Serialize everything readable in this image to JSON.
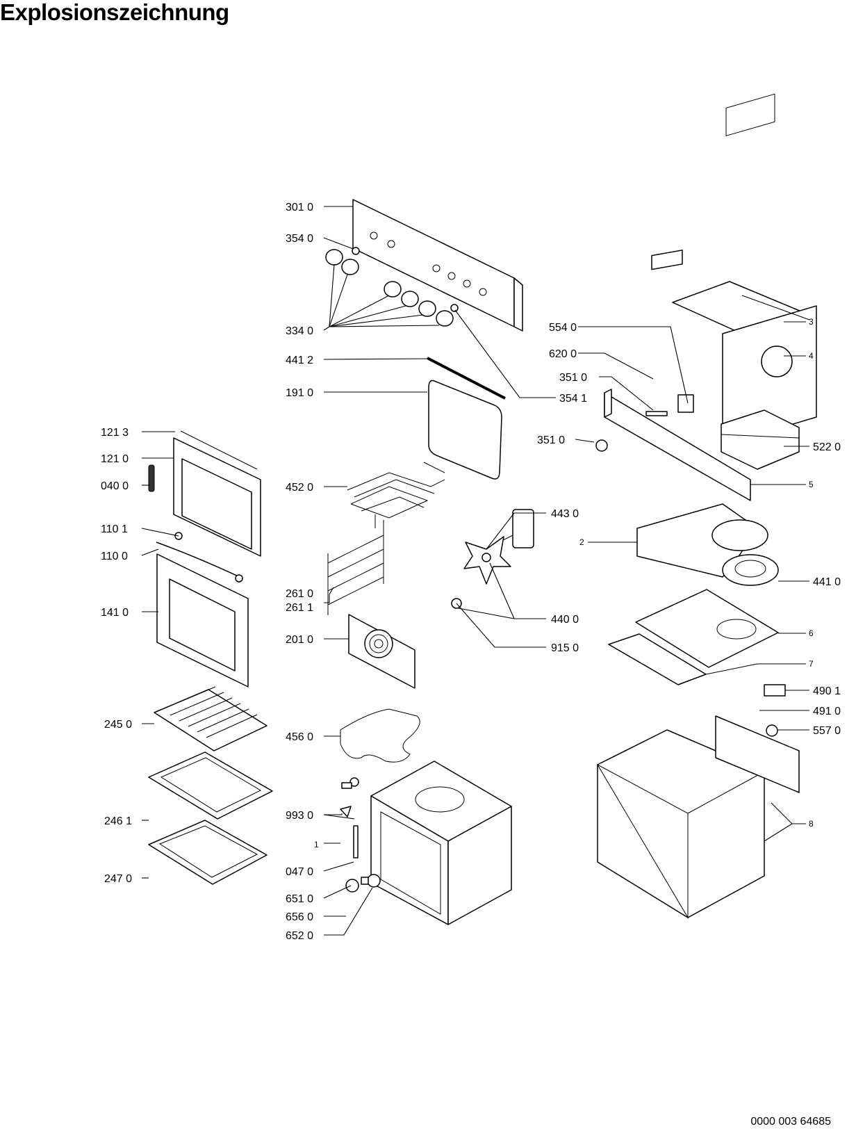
{
  "title": "Explosionszeichnung",
  "document_number": "0000 003 64685",
  "labels": {
    "p3010": "301 0",
    "p3540": "354 0",
    "p3340": "334 0",
    "p4412": "441 2",
    "p1910": "191 0",
    "p3541": "354 1",
    "p5540": "554 0",
    "p6200": "620 0",
    "p3510a": "351 0",
    "p3510b": "351 0",
    "p5220": "522 0",
    "p3": "3",
    "p4": "4",
    "p5": "5",
    "p1213": "121 3",
    "p1210": "121 0",
    "p0400": "040 0",
    "p4520": "452 0",
    "p4430": "443 0",
    "p2": "2",
    "p1101": "110 1",
    "p1100": "110 0",
    "p1410": "141 0",
    "p2610": "261 0",
    "p2611": "261 1",
    "p4410": "441 0",
    "p4400": "440 0",
    "p2010": "201 0",
    "p9150": "915 0",
    "p6": "6",
    "p7": "7",
    "p4901": "490 1",
    "p4910": "491 0",
    "p5570": "557 0",
    "p2450": "245 0",
    "p4560": "456 0",
    "p2461": "246 1",
    "p9930": "993 0",
    "p1": "1",
    "p0470": "047 0",
    "p8": "8",
    "p2470": "247 0",
    "p6510": "651 0",
    "p6560": "656 0",
    "p6520": "652 0"
  }
}
